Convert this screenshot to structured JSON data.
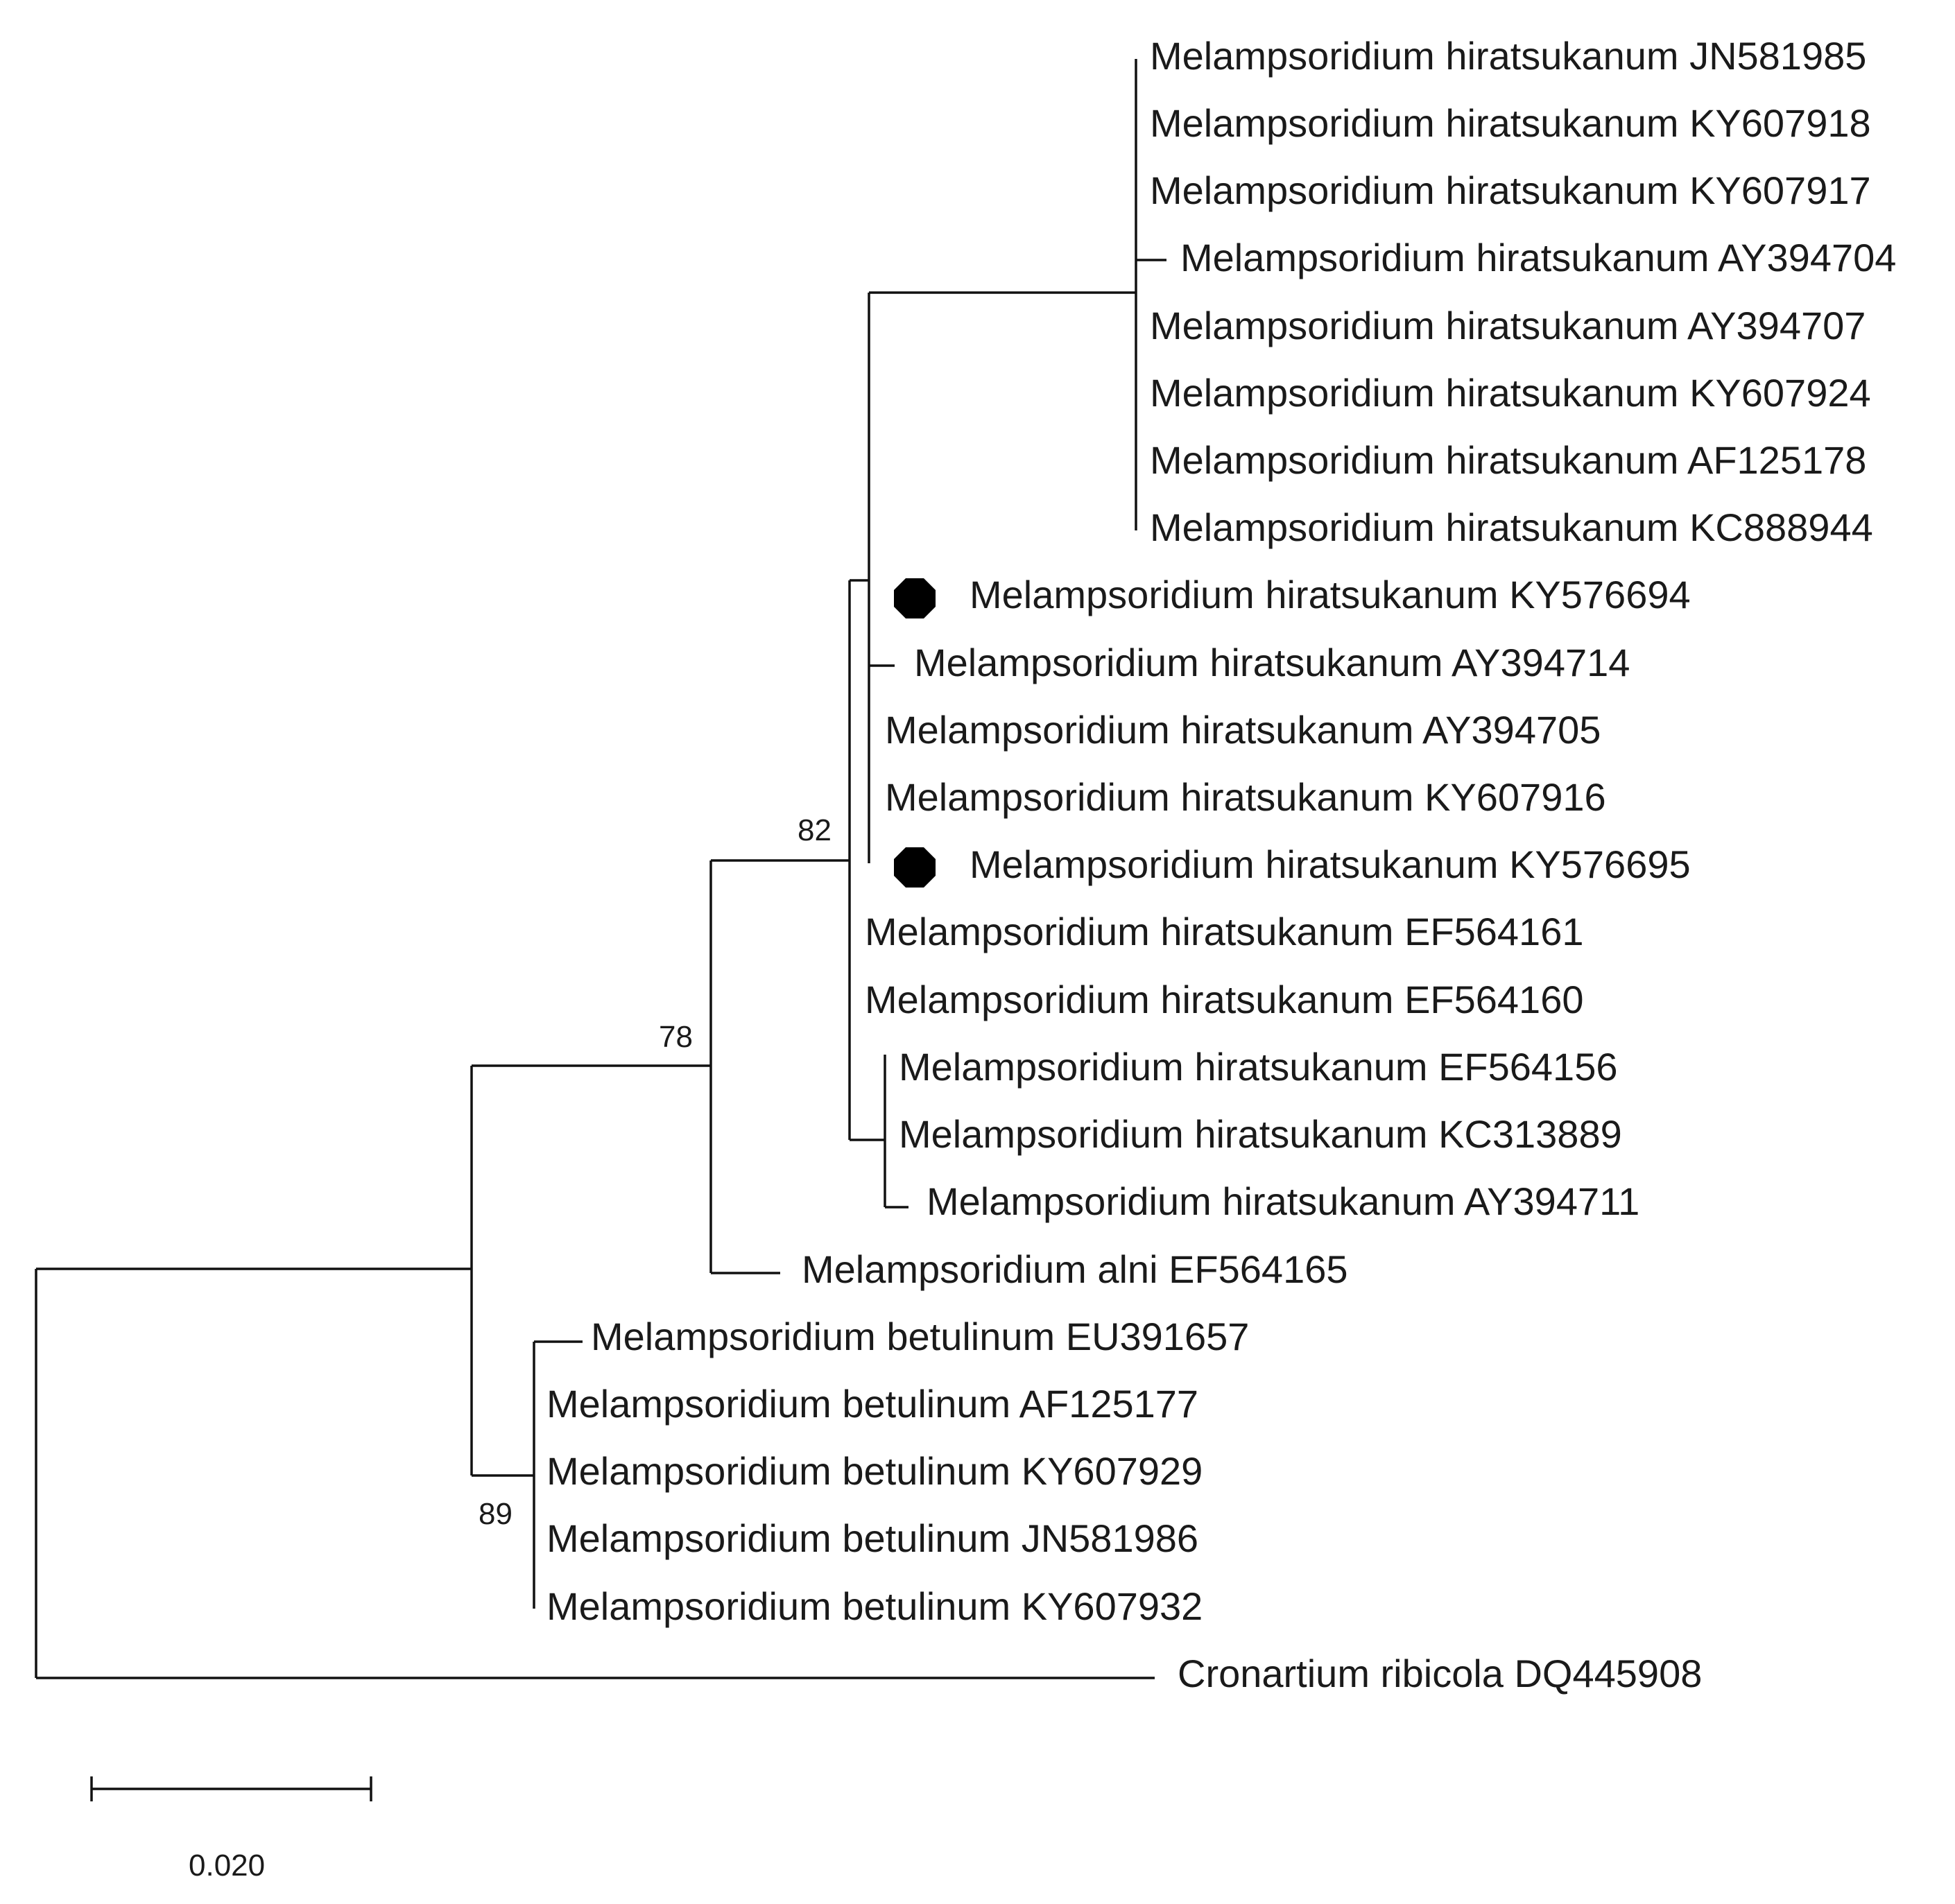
{
  "tree": {
    "tips": [
      "Melampsoridium hiratsukanum JN581985",
      "Melampsoridium hiratsukanum KY607918",
      "Melampsoridium hiratsukanum KY607917",
      "Melampsoridium hiratsukanum AY394704",
      "Melampsoridium hiratsukanum AY394707",
      "Melampsoridium hiratsukanum KY607924",
      "Melampsoridium hiratsukanum AF125178",
      "Melampsoridium hiratsukanum KC888944",
      "Melampsoridium hiratsukanum KY576694",
      "Melampsoridium hiratsukanum AY394714",
      "Melampsoridium hiratsukanum AY394705",
      "Melampsoridium hiratsukanum KY607916",
      "Melampsoridium hiratsukanum KY576695",
      "Melampsoridium hiratsukanum EF564161",
      "Melampsoridium hiratsukanum EF564160",
      "Melampsoridium hiratsukanum EF564156",
      "Melampsoridium hiratsukanum KC313889",
      "Melampsoridium hiratsukanum AY394711",
      "Melampsoridium alni EF564165",
      "Melampsoridium betulinum EU391657",
      "Melampsoridium betulinum AF125177",
      "Melampsoridium betulinum KY607929",
      "Melampsoridium betulinum JN581986",
      "Melampsoridium betulinum KY607932",
      "Cronartium ribicola DQ445908"
    ],
    "marked_tips": [
      8,
      12
    ],
    "marker_shape": "filled-octagon",
    "support_values": [
      "82",
      "78",
      "89"
    ],
    "scale_bar": {
      "label": "0.020",
      "length": 0.02
    }
  },
  "colors": {
    "line": "#111111",
    "text": "#1a1a1a",
    "marker": "#000000",
    "background": "#ffffff"
  }
}
